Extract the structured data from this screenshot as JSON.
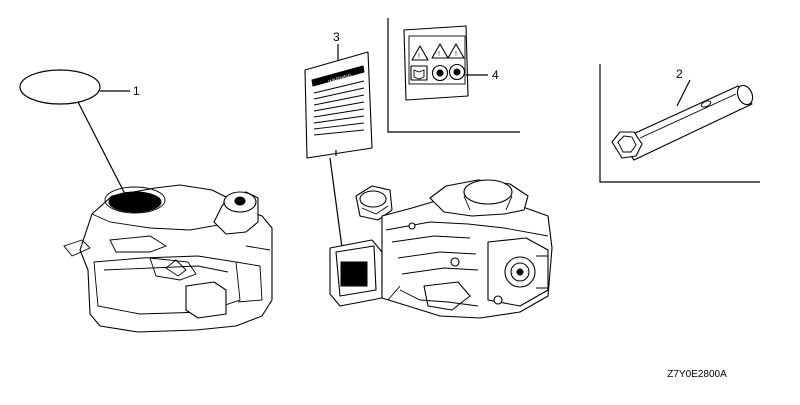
{
  "diagram": {
    "callouts": [
      {
        "id": "1",
        "label": "1"
      },
      {
        "id": "2",
        "label": "2"
      },
      {
        "id": "3",
        "label": "3"
      },
      {
        "id": "4",
        "label": "4"
      }
    ],
    "decal_header": "WARNING",
    "drawing_code": "Z7Y0E2800A"
  }
}
